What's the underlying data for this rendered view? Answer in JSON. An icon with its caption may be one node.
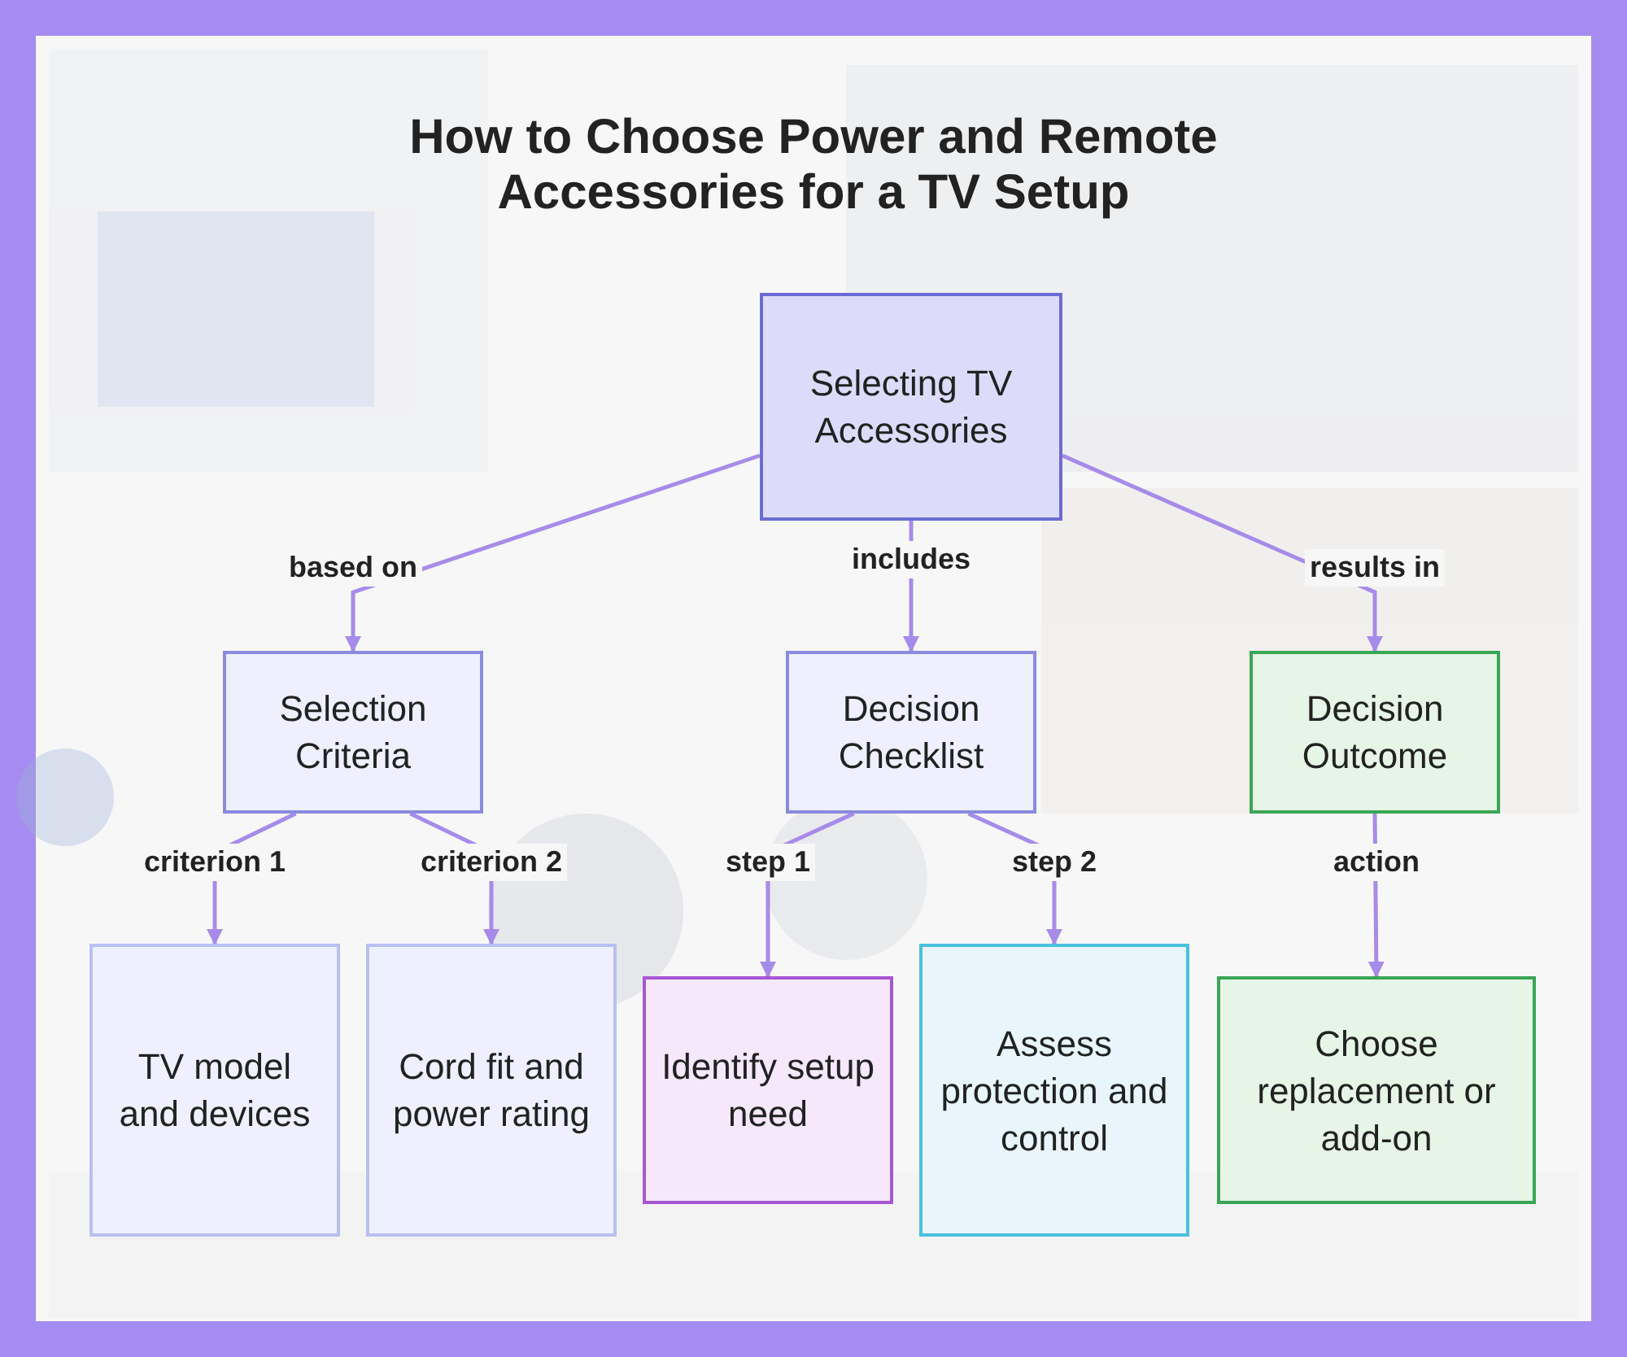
{
  "diagram": {
    "title": "How to Choose Power and Remote Accessories for a TV Setup",
    "nodes": [
      {
        "text": [
          "Selecting TV Accessories"
        ]
      },
      {
        "text": [
          "Selection Criteria"
        ]
      },
      {
        "text": [
          "Decision Checklist"
        ]
      },
      {
        "text": [
          "Decision Outcome"
        ]
      },
      {
        "text": [
          "TV model and devices"
        ]
      },
      {
        "text": [
          "Cord fit and power rating"
        ]
      },
      {
        "text": [
          "Identify setup need"
        ]
      },
      {
        "text": [
          "Assess protection and control"
        ]
      },
      {
        "text": [
          "Choose replacement or add-on"
        ]
      }
    ],
    "edges": [
      {
        "from": 0,
        "to": 1,
        "arrow": "to",
        "label": "based on"
      },
      {
        "from": 0,
        "to": 2,
        "arrow": "to",
        "label": "includes"
      },
      {
        "from": 0,
        "to": 3,
        "arrow": "to",
        "label": "results in"
      },
      {
        "from": 1,
        "to": 4,
        "arrow": "to",
        "label": "criterion 1"
      },
      {
        "from": 1,
        "to": 5,
        "arrow": "to",
        "label": "criterion 2"
      },
      {
        "from": 2,
        "to": 6,
        "arrow": "to",
        "label": "step 1"
      },
      {
        "from": 2,
        "to": 7,
        "arrow": "to",
        "label": "step 2"
      },
      {
        "from": 3,
        "to": 8,
        "arrow": "to",
        "label": "action"
      }
    ]
  }
}
